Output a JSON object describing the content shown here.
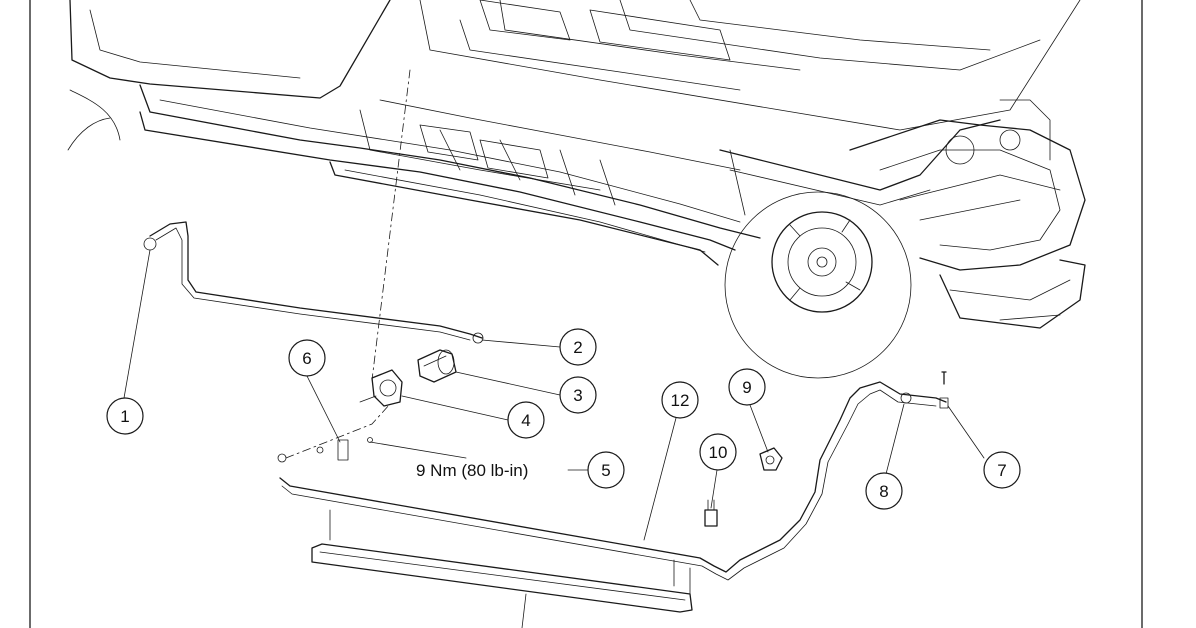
{
  "diagram": {
    "frame_color": "#6b6b6b",
    "ink_color": "#1a1a1a",
    "callouts": [
      {
        "id": "1",
        "label": "1"
      },
      {
        "id": "2",
        "label": "2"
      },
      {
        "id": "3",
        "label": "3"
      },
      {
        "id": "4",
        "label": "4"
      },
      {
        "id": "5",
        "label": "5"
      },
      {
        "id": "6",
        "label": "6"
      },
      {
        "id": "7",
        "label": "7"
      },
      {
        "id": "8",
        "label": "8"
      },
      {
        "id": "9",
        "label": "9"
      },
      {
        "id": "10",
        "label": "10"
      },
      {
        "id": "12",
        "label": "12"
      }
    ],
    "torque_spec": "9 Nm (80 lb-in)"
  }
}
